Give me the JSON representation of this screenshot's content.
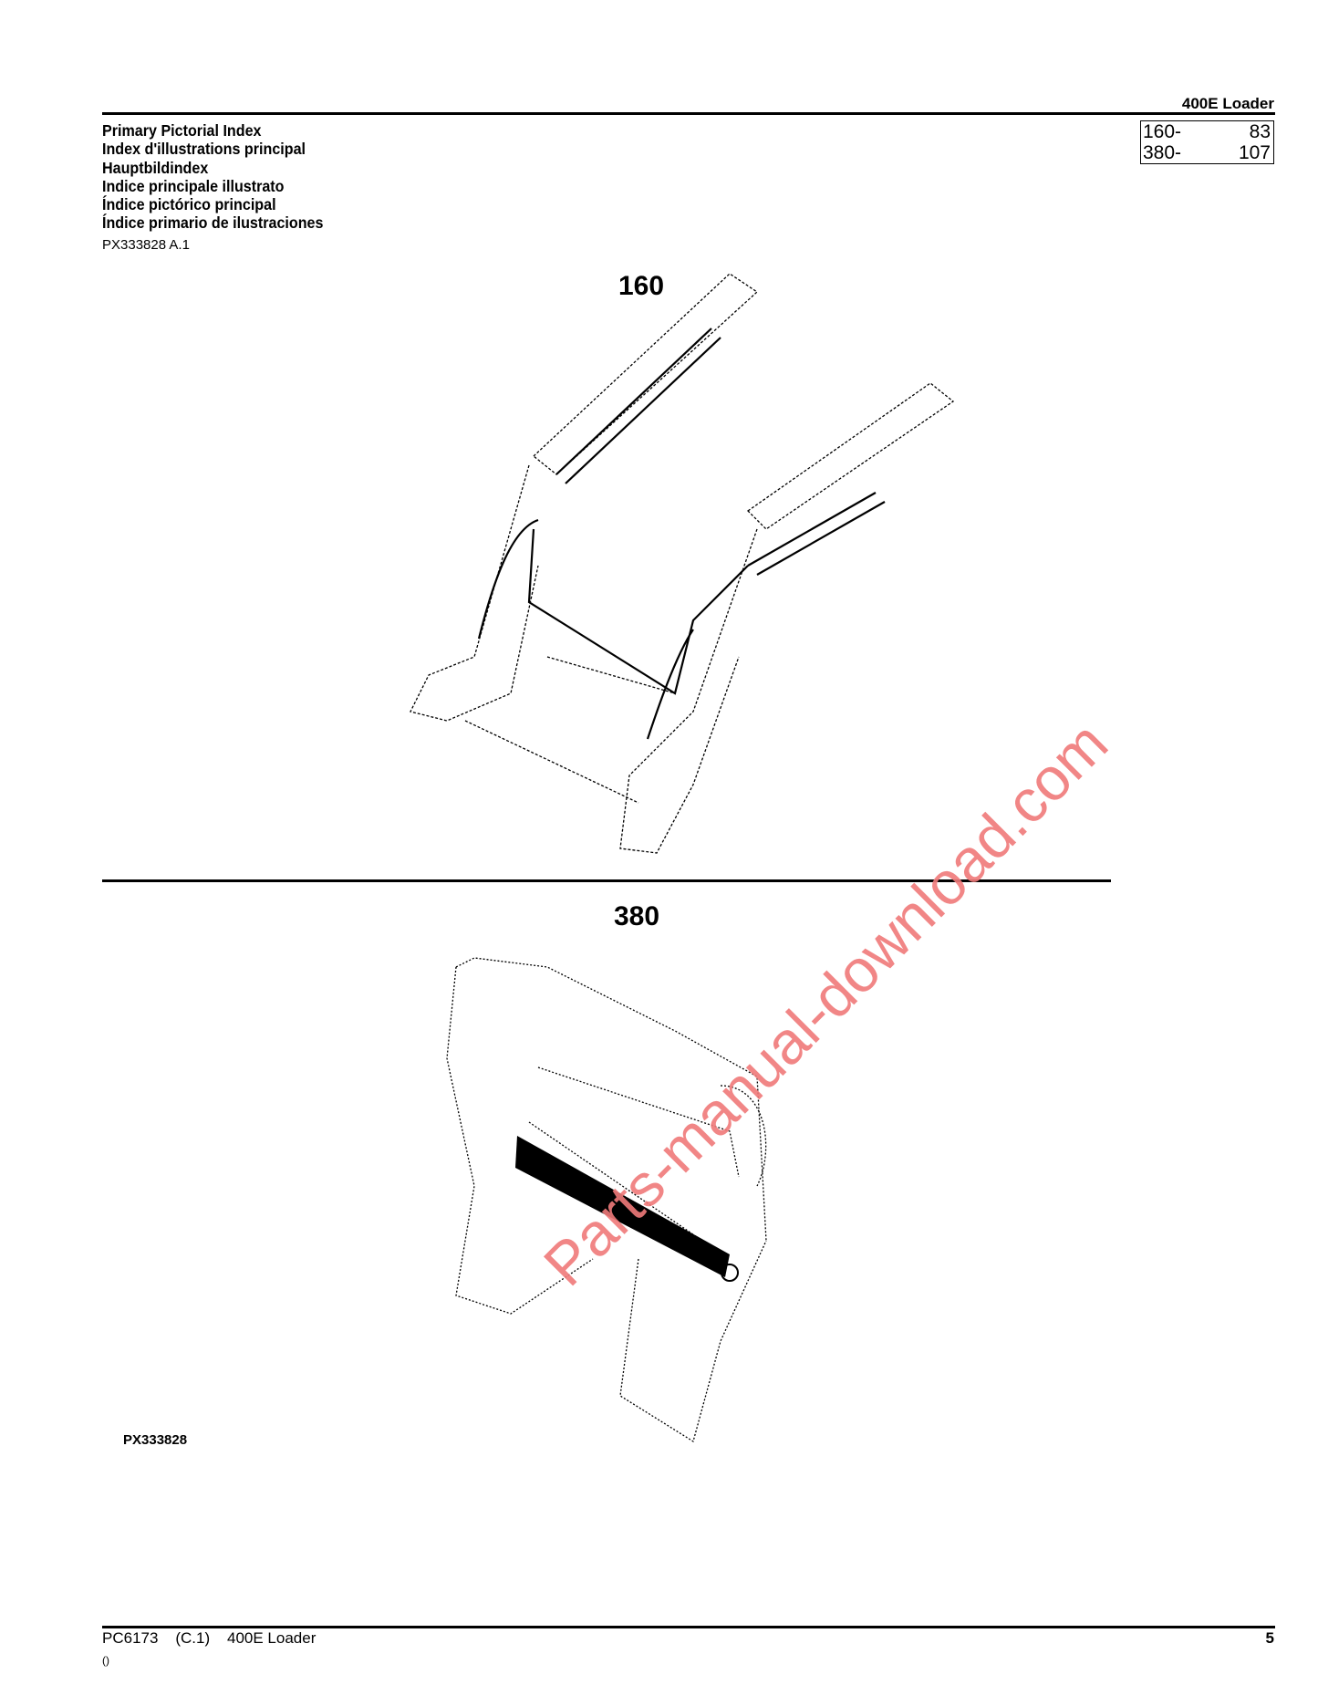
{
  "header": {
    "model": "400E Loader",
    "titles": [
      "Primary Pictorial Index",
      "Index d'illustrations principal",
      "Hauptbildindex",
      "Indice principale illustrato",
      "Índice pictórico principal",
      "Índice primario de ilustraciones"
    ],
    "figure_ref": "PX333828 A.1",
    "index": [
      {
        "group": "160-",
        "page": "83"
      },
      {
        "group": "380-",
        "page": "107"
      }
    ]
  },
  "figures": [
    {
      "label": "160"
    },
    {
      "label": "380"
    }
  ],
  "figure_id": "PX333828",
  "watermark": {
    "text": "Parts-manual-download.com",
    "color": "#f07a7a"
  },
  "footer": {
    "doc": "PC6173    (C.1)    400E Loader",
    "sub": "()",
    "page": "5"
  }
}
